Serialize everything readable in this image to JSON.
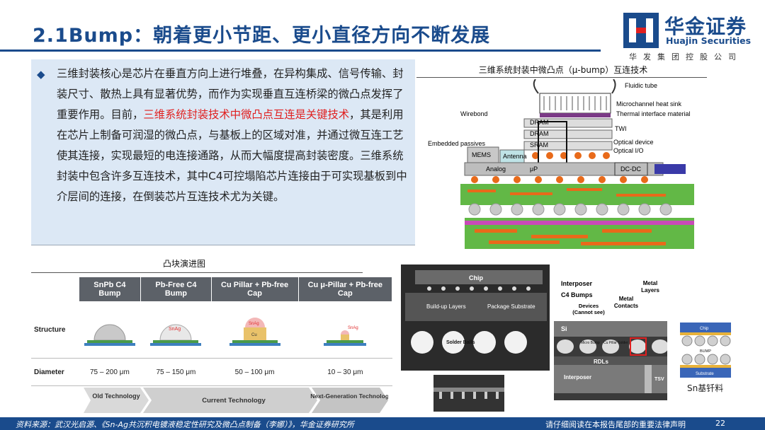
{
  "header": {
    "title": "2.1Bump：朝着更小节距、更小直径方向不断发展",
    "logo_cn": "华金证券",
    "logo_en": "Huajin Securities",
    "logo_sub": "华发集团控股公司"
  },
  "body": {
    "seg1": "三维封装核心是芯片在垂直方向上进行堆叠，在异构集成、信号传输、封装尺寸、散热上具有显著优势，而作为实现垂直互连桥梁的微凸点发挥了重要作用。目前，",
    "highlight": "三维系统封装技术中微凸点互连是关键技术",
    "seg2": "，其是利用在芯片上制备可润湿的微凸点，与基板上的区域对准，并通过微互连工艺使其连接，实现最短的电连接通路，从而大幅度提高封装密度。三维系统封装中包含许多互连技术，其中C4可控塌陷芯片连接由于可实现基板到中介层间的连接，在倒装芯片互连技术尤为关键。"
  },
  "bump_table": {
    "caption": "凸块演进图",
    "columns": [
      "SnPb C4 Bump",
      "Pb-Free C4 Bump",
      "Cu Pillar + Pb-free Cap",
      "Cu μ-Pillar + Pb-free Cap"
    ],
    "row_structure": "Structure",
    "row_diameter": "Diameter",
    "diameters": [
      "75 – 200 μm",
      "75 – 150 μm",
      "50 – 100 μm",
      "10 – 30 μm"
    ],
    "labels": {
      "snag": "SnAg",
      "cu": "Cu"
    },
    "tech": [
      "Old Technology",
      "Current Technology",
      "Next-Generation Technology"
    ]
  },
  "diagram": {
    "caption": "三维系统封装中微凸点（μ-bump）互连技术",
    "labels": {
      "fluidic": "Fluidic tube",
      "heatsink": "Microchannel heat sink",
      "tim": "Thermal interface material",
      "twi": "TWI",
      "wirebond": "Wirebond",
      "dram": "DRAM",
      "sram": "SRAM",
      "optical": "Optical device",
      "optical_io": "Optical I/O",
      "embedded": "Embedded passives",
      "mems": "MEMS",
      "antenna": "Antenna",
      "analog": "Analog",
      "up": "μP",
      "dcdc": "DC-DC"
    }
  },
  "sem": {
    "chip": "Chip",
    "interposer": "Interposer",
    "c4": "C4 Bumps",
    "devices": "Devices (Cannot see)",
    "metal_contacts": "Metal Contacts",
    "metal_layers": "Metal Layers",
    "buildup": "Build-up Layers",
    "package_substrate": "Package Substrate",
    "solder_balls": "Solder Balls",
    "si": "Si",
    "micro_bump": "Micro Bump",
    "cu_pillar": "Cu Pillar Solder",
    "rdls": "RDLs",
    "interposer2": "Interposer",
    "tsv": "TSV",
    "sn_label": "Sn基钎料",
    "chip_s": "Chip",
    "bump_s": "BUMP",
    "substrate_s": "Substrate"
  },
  "footer": {
    "source": "资料来源：武汉光启源、《Sn-Ag共沉积电镀液稳定性研究及微凸点制备（李娜）》，华金证券研究所",
    "legal": "请仔细阅读在本报告尾部的重要法律声明",
    "page": "22"
  },
  "colors": {
    "brand": "#1a4b8c",
    "highlight": "#e02020",
    "panel": "#dce8f5"
  }
}
